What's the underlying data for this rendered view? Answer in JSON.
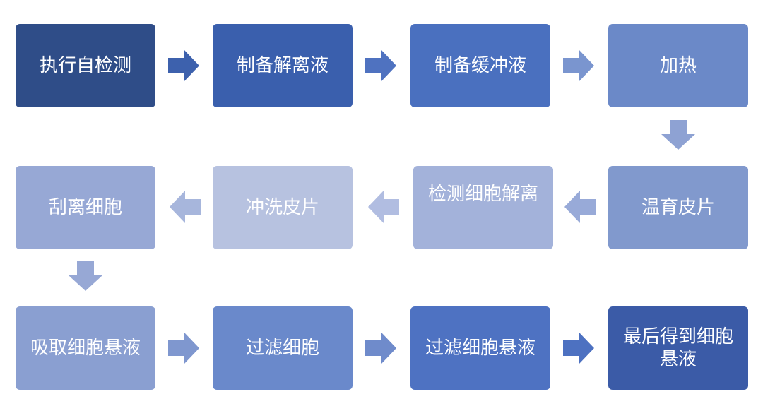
{
  "steps": [
    {
      "label": "执行自检测",
      "color": "#2f4d88"
    },
    {
      "label": "制备解离液",
      "color": "#3a5fad"
    },
    {
      "label": "制备缓冲液",
      "color": "#4a70bf"
    },
    {
      "label": "加热",
      "color": "#6b89c8"
    },
    {
      "label": "温育皮片",
      "color": "#8199cd"
    },
    {
      "label": "检测细胞解离",
      "color": "#a3b2da"
    },
    {
      "label": "冲洗皮片",
      "color": "#b7c2e0"
    },
    {
      "label": "刮离细胞",
      "color": "#97a8d5"
    },
    {
      "label": "吸取细胞悬液",
      "color": "#8a9fd1"
    },
    {
      "label": "过滤细胞",
      "color": "#6a89cb"
    },
    {
      "label": "过滤细胞悬液",
      "color": "#4e72c2"
    },
    {
      "label": "最后得到细胞悬液",
      "color": "#3b5ba7"
    }
  ],
  "arrows": [
    {
      "icon": "arrow-right-icon",
      "color": "#3d61ad"
    },
    {
      "icon": "arrow-right-icon",
      "color": "#4f72c0"
    },
    {
      "icon": "arrow-right-icon",
      "color": "#7a95cf"
    },
    {
      "icon": "arrow-down-icon",
      "color": "#8ea2d3"
    },
    {
      "icon": "arrow-left-icon",
      "color": "#98aad8"
    },
    {
      "icon": "arrow-left-icon",
      "color": "#b1bde1"
    },
    {
      "icon": "arrow-left-icon",
      "color": "#a7b6dc"
    },
    {
      "icon": "arrow-down-icon",
      "color": "#97a8d5"
    },
    {
      "icon": "arrow-right-icon",
      "color": "#7f97cf"
    },
    {
      "icon": "arrow-right-icon",
      "color": "#6f8bcb"
    },
    {
      "icon": "arrow-right-icon",
      "color": "#4d71c1"
    }
  ]
}
